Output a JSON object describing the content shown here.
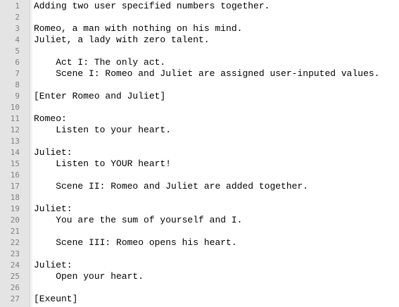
{
  "editor": {
    "line_numbers": [
      "1",
      "2",
      "3",
      "4",
      "5",
      "6",
      "7",
      "8",
      "9",
      "10",
      "11",
      "12",
      "13",
      "14",
      "15",
      "16",
      "17",
      "18",
      "19",
      "20",
      "21",
      "22",
      "23",
      "24",
      "25",
      "26",
      "27"
    ],
    "lines": [
      "Adding two user specified numbers together.",
      "",
      "Romeo, a man with nothing on his mind.",
      "Juliet, a lady with zero talent.",
      "",
      "    Act I: The only act.",
      "    Scene I: Romeo and Juliet are assigned user-inputed values.",
      "",
      "[Enter Romeo and Juliet]",
      "",
      "Romeo:",
      "    Listen to your heart.",
      "",
      "Juliet:",
      "    Listen to YOUR heart!",
      "",
      "    Scene II: Romeo and Juliet are added together.",
      "",
      "Juliet:",
      "    You are the sum of yourself and I.",
      "",
      "    Scene III: Romeo opens his heart.",
      "",
      "Juliet:",
      "    Open your heart.",
      "",
      "[Exeunt]"
    ]
  }
}
